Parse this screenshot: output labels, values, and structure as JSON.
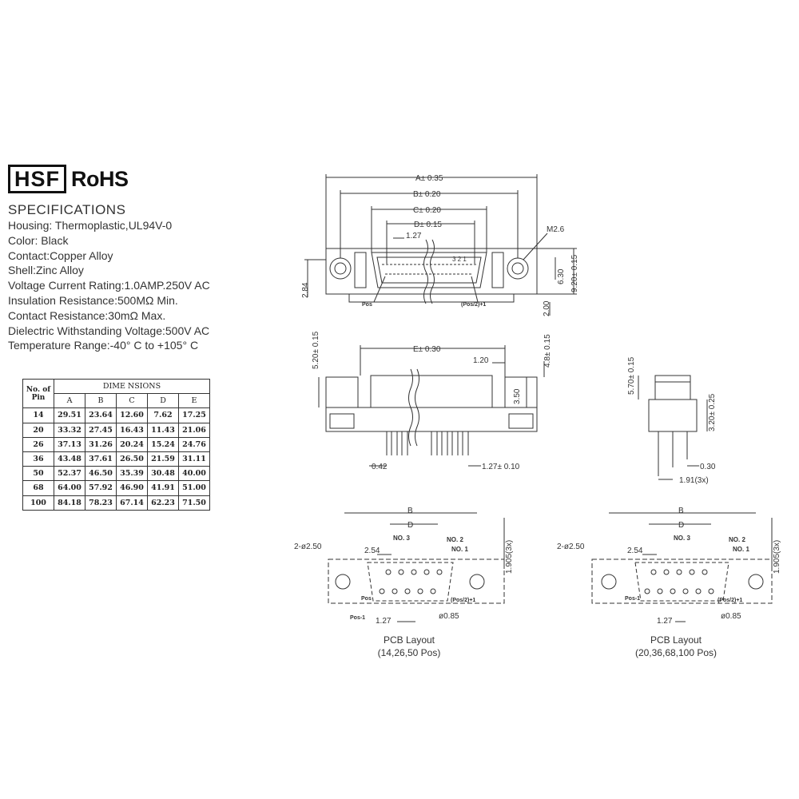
{
  "logo": {
    "hsf": "HSF",
    "rohs": "RoHS"
  },
  "specs": {
    "title": "SPECIFICATIONS",
    "lines": [
      "Housing: Thermoplastic,UL94V-0",
      "Color: Black",
      "Contact:Copper Alloy",
      "Shell:Zinc Alloy",
      "Voltage Current Rating:1.0AMP.250V AC",
      "Insulation Resistance:500MΩ   Min.",
      "Contact Resistance:30mΩ    Max.",
      "Dielectric Withstanding Voltage:500V AC",
      "Temperature Range:-40° C to +105° C"
    ]
  },
  "table": {
    "pin_header_top": "No. of",
    "pin_header_bottom": "Pin",
    "group_header": "DIME NSIONS",
    "columns": [
      "A",
      "B",
      "C",
      "D",
      "E"
    ],
    "rows": [
      {
        "pin": "14",
        "values": [
          "29.51",
          "23.64",
          "12.60",
          "7.62",
          "17.25"
        ]
      },
      {
        "pin": "20",
        "values": [
          "33.32",
          "27.45",
          "16.43",
          "11.43",
          "21.06"
        ]
      },
      {
        "pin": "26",
        "values": [
          "37.13",
          "31.26",
          "20.24",
          "15.24",
          "24.76"
        ]
      },
      {
        "pin": "36",
        "values": [
          "43.48",
          "37.61",
          "26.50",
          "21.59",
          "31.11"
        ]
      },
      {
        "pin": "50",
        "values": [
          "52.37",
          "46.50",
          "35.39",
          "30.48",
          "40.00"
        ]
      },
      {
        "pin": "68",
        "values": [
          "64.00",
          "57.92",
          "46.90",
          "41.91",
          "51.00"
        ]
      },
      {
        "pin": "100",
        "values": [
          "84.18",
          "78.23",
          "67.14",
          "62.23",
          "71.50"
        ]
      }
    ]
  },
  "front_view": {
    "dim_a": "A± 0.35",
    "dim_b": "B± 0.20",
    "dim_c": "C± 0.20",
    "dim_d": "D± 0.15",
    "pitch": "1.27",
    "screw": "M2.6",
    "pin_nums": "3 2 1",
    "h_630": "6.30",
    "h_920": "9.20± 0.15",
    "h_284": "2.84",
    "h_200": "2.00",
    "pos": "Pos",
    "pos_half": "(Pos/2)+1"
  },
  "side_view": {
    "dim_e": "E± 0.30",
    "dim_120": "1.20",
    "dim_520": "5.20± 0.15",
    "dim_48": "4.8± 0.15",
    "dim_350": "3.50",
    "dim_042": "0.42",
    "dim_127": "1.27± 0.10"
  },
  "end_view": {
    "dim_570": "5.70± 0.15",
    "dim_320": "3.20± 0.25",
    "dim_030": "0.30",
    "dim_191": "1.91(3x)"
  },
  "pcb_left": {
    "b": "B",
    "d": "D",
    "hole": "2-ø2.50",
    "no3": "NO. 3",
    "no2": "NO. 2",
    "no1": "NO. 1",
    "p254": "2.54",
    "v1905": "1.905(3x)",
    "pos": "Pos",
    "pos_half": "(Pos/2)+1",
    "pos1": "Pos-1",
    "p127": "1.27",
    "d085": "ø0.85",
    "caption": "PCB Layout",
    "sub": "(14,26,50 Pos)"
  },
  "pcb_right": {
    "b": "B",
    "d": "D",
    "hole": "2-ø2.50",
    "no3": "NO. 3",
    "no2": "NO. 2",
    "no1": "NO. 1",
    "p254": "2.54",
    "v1905": "1.905(3x)",
    "pos1": "Pos-1",
    "pos_half": "(Pos/2)+1",
    "p127": "1.27",
    "d085": "ø0.85",
    "caption": "PCB Layout",
    "sub": "(20,36,68,100 Pos)"
  }
}
